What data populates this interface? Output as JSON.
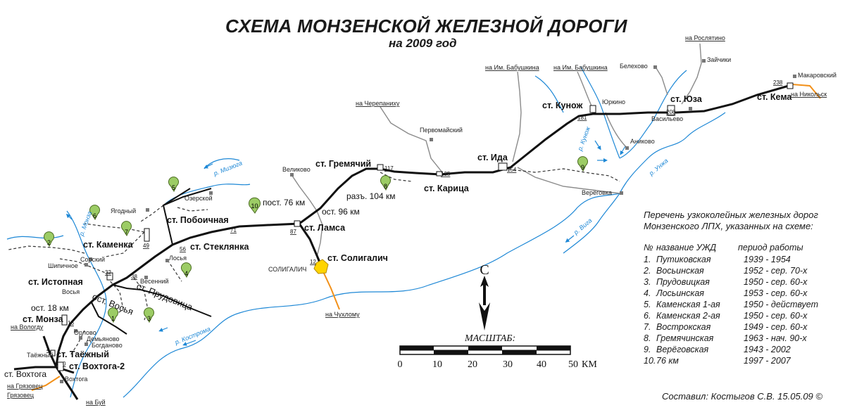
{
  "title": "СХЕМА МОНЗЕНСКОЙ ЖЕЛЕЗНОЙ ДОРОГИ",
  "subtitle": "на 2009 год",
  "north_label": "С",
  "scale": {
    "caption": "МАСШТАБ:",
    "ticks": [
      "0",
      "10",
      "20",
      "30",
      "40",
      "50"
    ],
    "unit": "КМ"
  },
  "colors": {
    "rail": "#111111",
    "narrow_gauge": "#333333",
    "river": "#1e88d6",
    "road": "#f29019",
    "city": "#ffd400",
    "marker": "#9ccc65"
  },
  "stations": [
    "ст. Кема",
    "ст. Юза",
    "ст. Кунож",
    "ст. Ида",
    "ст. Карица",
    "ст. Гремячий",
    "разъ. 104 км",
    "ост. 96 км",
    "пост. 76 км",
    "ст. Ламса",
    "ст. Солигалич",
    "ст. Побоичная",
    "ст. Стеклянка",
    "ст. Каменка",
    "ст. Истопная",
    "ст. Монза",
    "ост. 18 км",
    "ст. Таёжный",
    "ст. Вохтога-2",
    "ст. Вохтога"
  ],
  "km_labels": [
    "238",
    "208",
    "181",
    "154",
    "135",
    "117",
    "87",
    "71",
    "56",
    "49",
    "38",
    "32",
    "16",
    "4",
    "12",
    "0"
  ],
  "localities": [
    "Макаровский",
    "Зайчики",
    "Белехово",
    "Юркино",
    "Васильево",
    "Аниково",
    "Первомайский",
    "Великово",
    "Озерской",
    "Ягодный",
    "Шипичное",
    "Сорский",
    "Весенний",
    "Лосья",
    "Восья",
    "Орлово",
    "Демьяново",
    "Богданово",
    "Таёжный",
    "Вохтога",
    "СОЛИГАЛИЧ",
    "Верёговка"
  ],
  "directions": [
    "на Рослятино",
    "на Им. Бабушкина",
    "на Им. Бабушкина",
    "на Черепаниху",
    "на Никольск",
    "на Вологду",
    "на Грязовец",
    "на Буй",
    "на Чухлому"
  ],
  "rivers": [
    "р. Мизюга",
    "р. Монза",
    "р. Кострома",
    "р. Кунож",
    "р. Унжа",
    "р. Вига"
  ],
  "branch_labels": [
    "ост. Восья",
    "ст. Прудовица"
  ],
  "list": {
    "heading": [
      "Перечень узкоколейных железных дорог",
      "Монзенского ЛПХ, указанных на схеме:"
    ],
    "columns": [
      "№",
      "название УЖД",
      "период работы"
    ],
    "rows": [
      {
        "n": "1.",
        "name": "Путиковская",
        "period": "1939 - 1954"
      },
      {
        "n": "2.",
        "name": "Восьинская",
        "period": "1952 - сер. 70-х"
      },
      {
        "n": "3.",
        "name": "Прудовицкая",
        "period": "1950 - сер. 60-х"
      },
      {
        "n": "4.",
        "name": "Лосьинская",
        "period": "1953 - сер. 60-х"
      },
      {
        "n": "5.",
        "name": "Каменская 1-ая",
        "period": "1950 - действует"
      },
      {
        "n": "6.",
        "name": "Каменская 2-ая",
        "period": "1950 - сер. 60-х"
      },
      {
        "n": "7.",
        "name": "Вострокская",
        "period": "1949 - сер. 60-х"
      },
      {
        "n": "8.",
        "name": "Гремячинская",
        "period": "1963 - нач. 90-х"
      },
      {
        "n": "9.",
        "name": "Верёговская",
        "period": "1943 - 2002"
      },
      {
        "n": "10.",
        "name": "76 км",
        "period": "1997 - 2007"
      }
    ]
  },
  "markers": [
    "1",
    "2",
    "3",
    "4",
    "5",
    "6",
    "7",
    "8",
    "9",
    "10"
  ],
  "author": "Составил: Костыгов С.В. 15.05.09 ©"
}
